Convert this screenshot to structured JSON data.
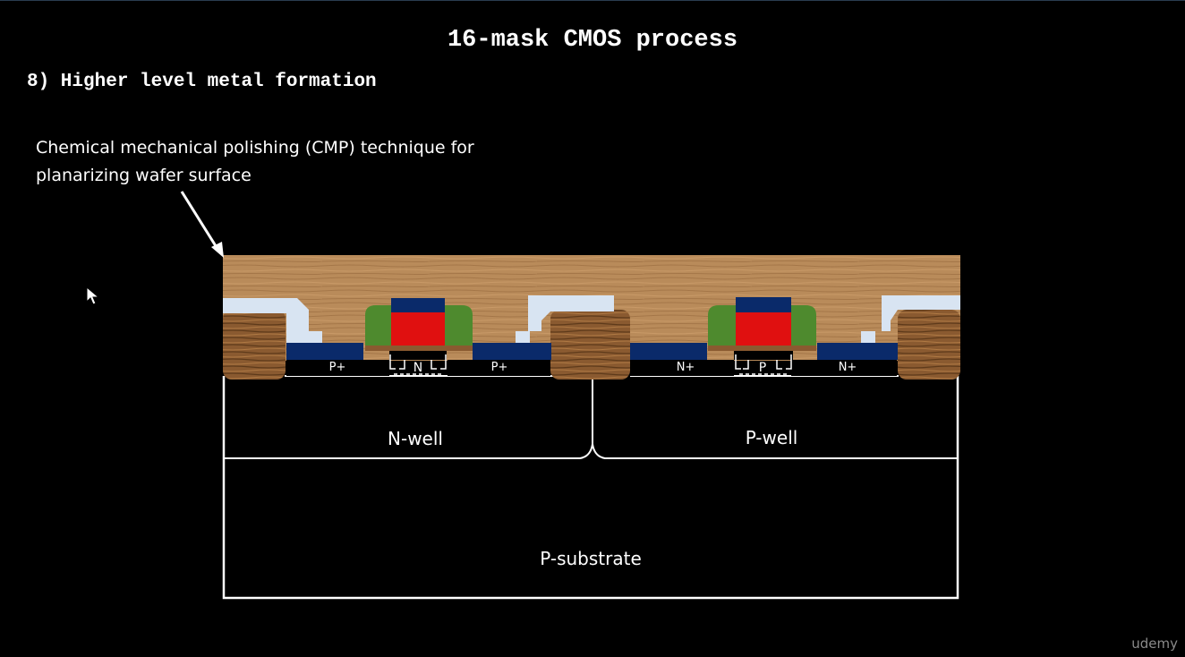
{
  "slide": {
    "title": "16-mask CMOS process",
    "step": "8) Higher level metal formation",
    "annotation_line1": "Chemical mechanical polishing (CMP) technique for",
    "annotation_line2": "planarizing wafer surface",
    "watermark": "udemy"
  },
  "diagram": {
    "regions": {
      "nwell": "N-well",
      "pwell": "P-well",
      "substrate": "P-substrate"
    },
    "diffusions": {
      "pmos_source": "P+",
      "pmos_drain": "P+",
      "pmos_channel": "N",
      "nmos_source": "N+",
      "nmos_drain": "N+",
      "nmos_channel": "P"
    }
  },
  "colors": {
    "background": "#000000",
    "oxide_wood": "#b98b5a",
    "field_oxide": "#8a5a30",
    "metal": "#0a2a6a",
    "gate_poly": "#e01010",
    "spacer": "#4e8a2e",
    "interconnect": "#d8e4f2"
  }
}
